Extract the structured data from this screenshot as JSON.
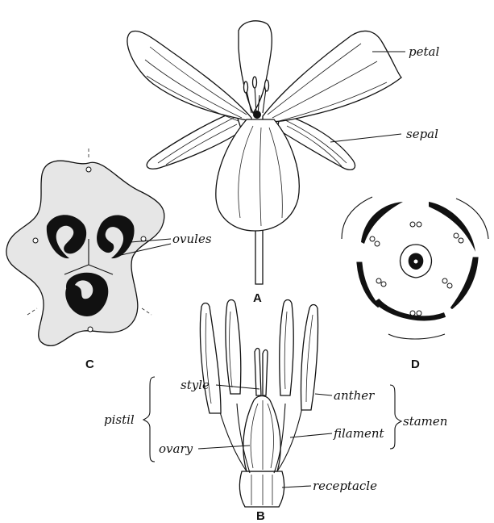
{
  "figure": {
    "panels": {
      "a": "A",
      "b": "B",
      "c": "C",
      "d": "D"
    },
    "labels": {
      "petal": "petal",
      "sepal": "sepal",
      "ovules": "ovules",
      "style": "style",
      "anther": "anther",
      "pistil": "pistil",
      "stamen": "stamen",
      "filament": "filament",
      "ovary": "ovary",
      "receptacle": "receptacle"
    }
  }
}
